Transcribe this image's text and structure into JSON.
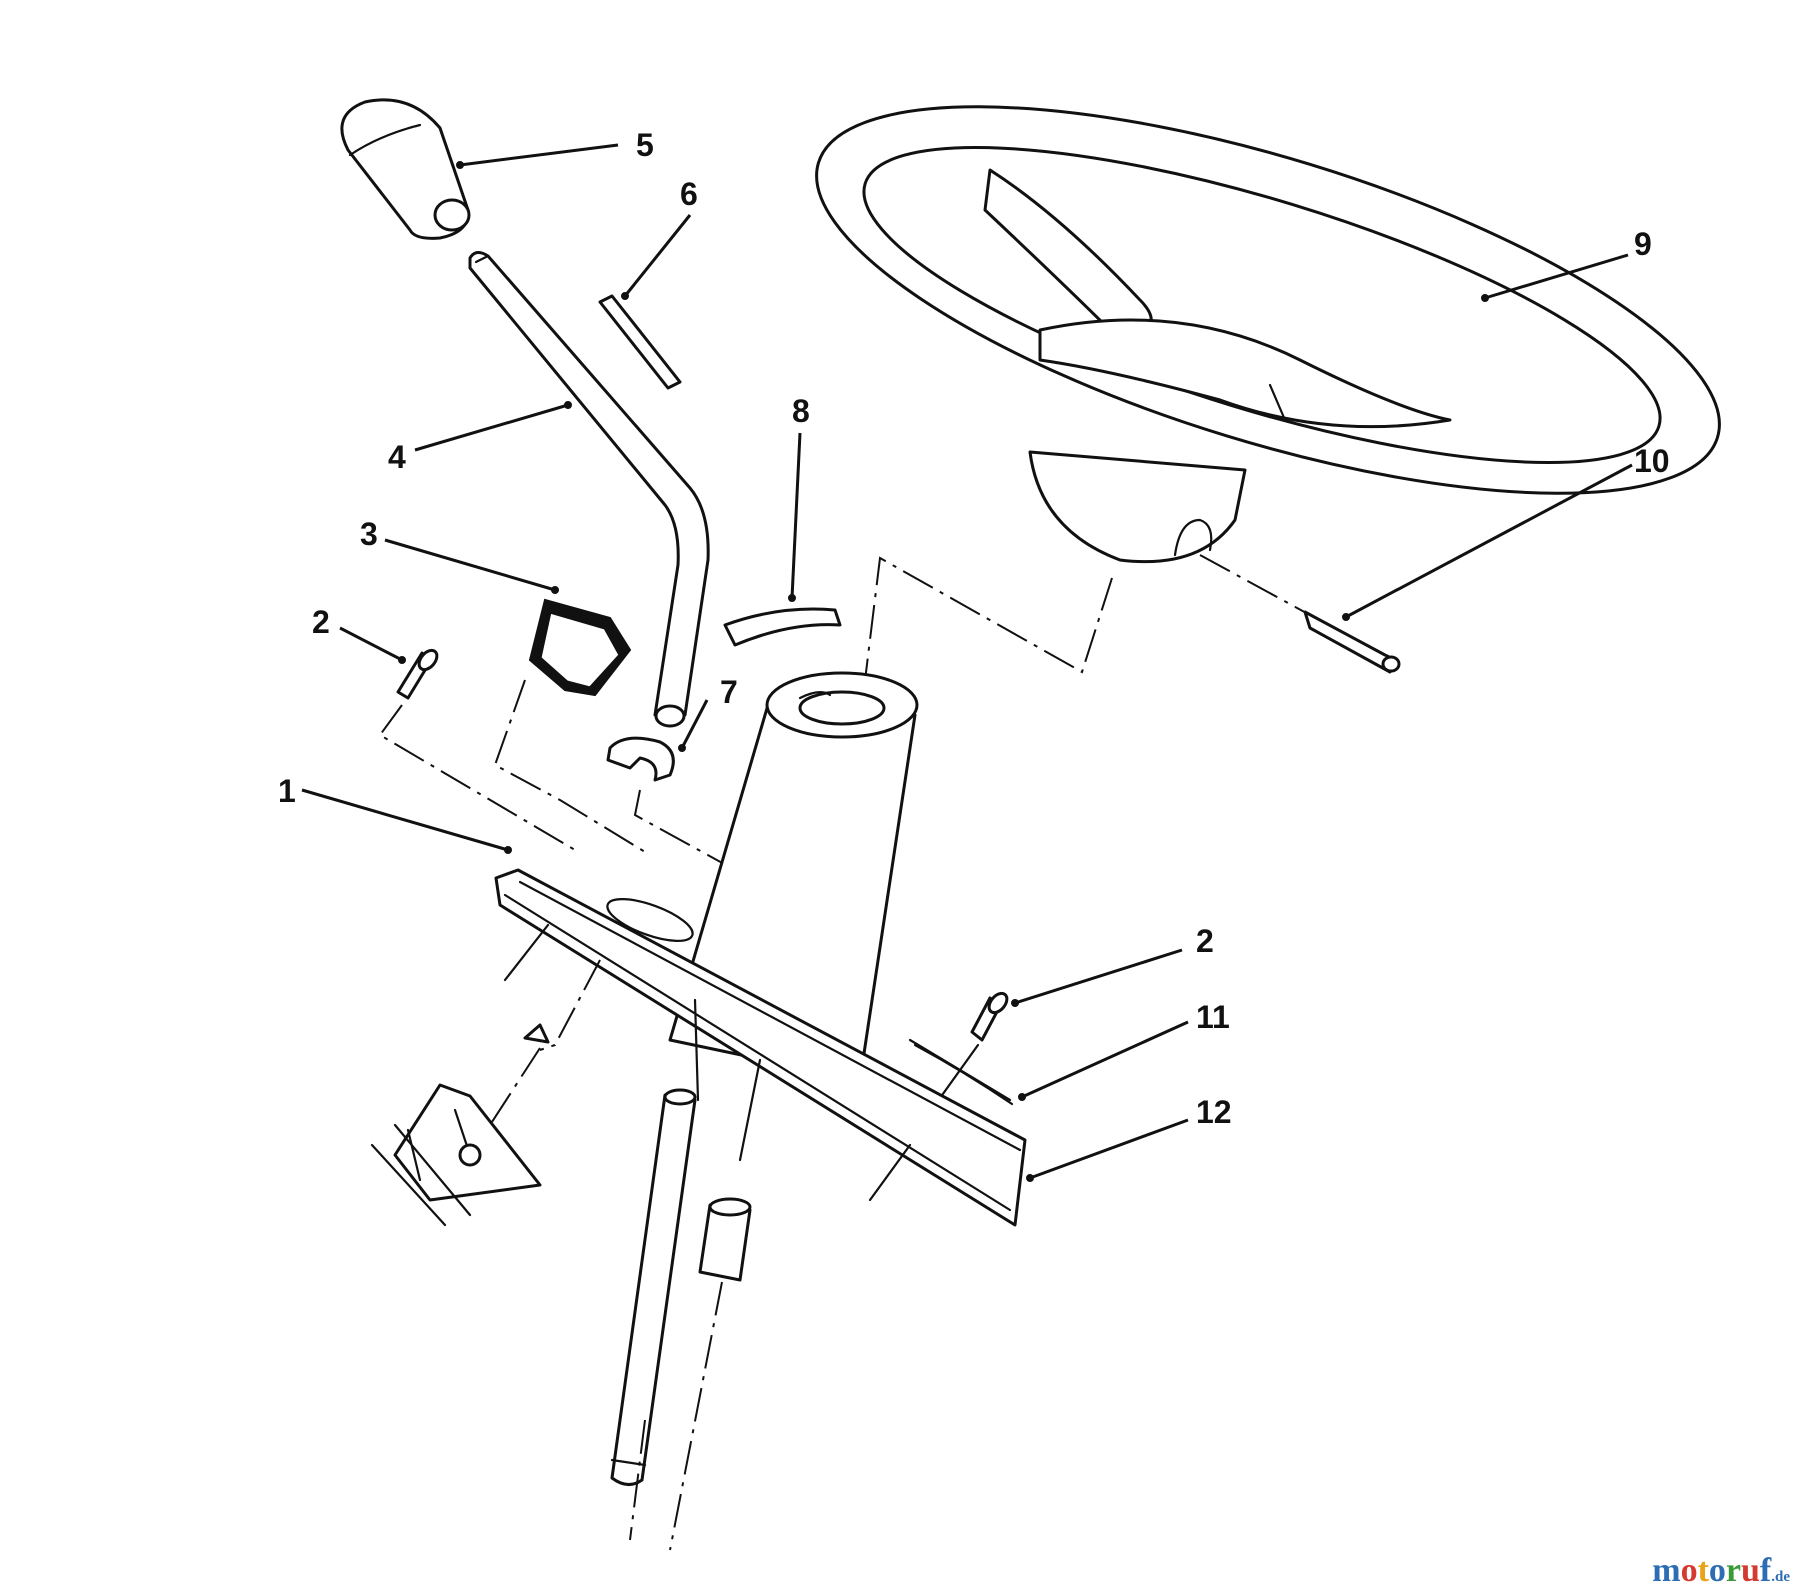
{
  "callouts": {
    "c1": "1",
    "c2a": "2",
    "c2b": "2",
    "c3": "3",
    "c4": "4",
    "c5": "5",
    "c6": "6",
    "c7": "7",
    "c8": "8",
    "c9": "9",
    "c10": "10",
    "c11": "11",
    "c12": "12"
  },
  "watermark": {
    "text": "motoruf",
    "suffix": ".de",
    "colors": [
      "#2e6db4",
      "#d43a2f",
      "#e8a317",
      "#2e6db4",
      "#3a9a3a",
      "#d43a2f",
      "#2e6db4"
    ]
  }
}
